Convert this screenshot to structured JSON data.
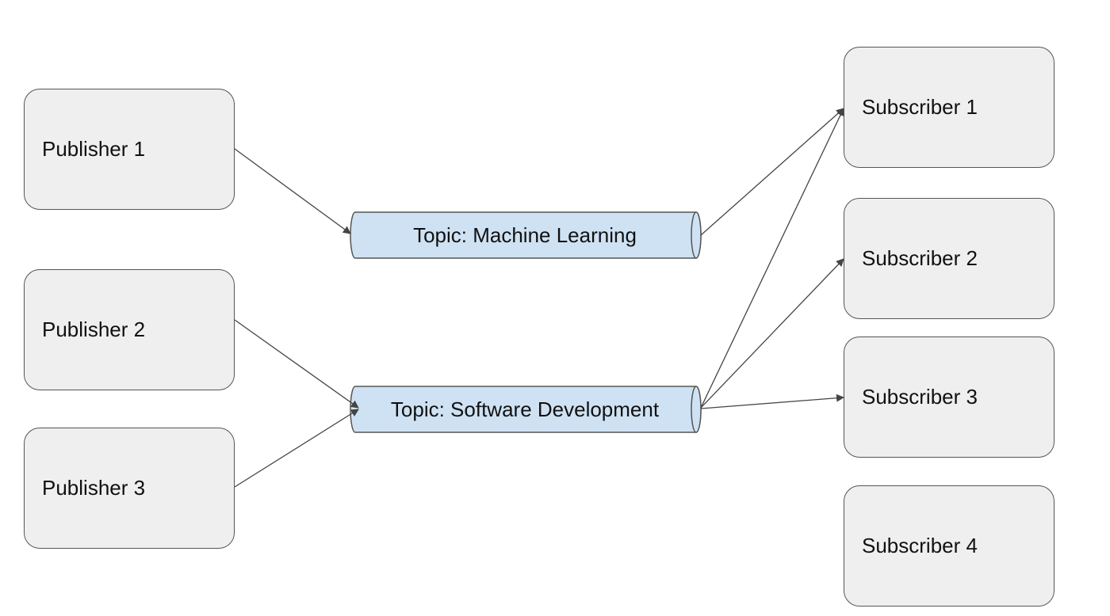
{
  "publishers": [
    {
      "label": "Publisher 1"
    },
    {
      "label": "Publisher 2"
    },
    {
      "label": "Publisher 3"
    }
  ],
  "topics": [
    {
      "label": "Topic: Machine Learning"
    },
    {
      "label": "Topic: Software Development"
    }
  ],
  "subscribers": [
    {
      "label": "Subscriber 1"
    },
    {
      "label": "Subscriber 2"
    },
    {
      "label": "Subscriber 3"
    },
    {
      "label": "Subscriber 4"
    }
  ],
  "colors": {
    "box_fill": "#efefef",
    "box_stroke": "#555555",
    "topic_fill": "#cfe2f3",
    "arrow": "#444444"
  }
}
